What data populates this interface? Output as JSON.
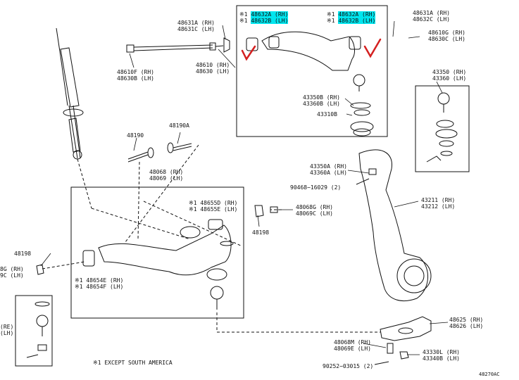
{
  "labels": {
    "upper_bushing_left_rh": "※1 48632A (RH)",
    "upper_bushing_left_lh": "※1 48632B (LH)",
    "upper_bushing_right_rh": "※1 48632A (RH)",
    "upper_bushing_right_lh": "※1 48632B (LH)",
    "cam_washer_rh": "48631A (RH)",
    "cam_washer_lh": "48631C (LH)",
    "cam_washer2_rh": "48631A (RH)",
    "cam_washer2_lh": "48632C (LH)",
    "upper_arm_rh": "48610 (RH)",
    "upper_arm_lh": "48630 (LH)",
    "upper_nut_rh": "48610G (RH)",
    "upper_nut_lh": "48630C (LH)",
    "upper_bolt_rh": "48610F (RH)",
    "upper_bolt_lh": "48630B (LH)",
    "ball_joint_boot_rh": "43350B (RH)",
    "ball_joint_boot_lh": "43360B (LH)",
    "ring_43310B": "43310B",
    "upper_joint_rh": "43350 (RH)",
    "upper_joint_lh": "43360 (LH)",
    "bolt_48190": "48190",
    "bolt_48190A": "48190A",
    "lower_arm_rh": "48068 (RH)",
    "lower_arm_lh": "48069 (LH)",
    "bush_48655D": "※1 48655D (RH)",
    "bush_48655E": "※1 48655E (LH)",
    "nut_48068G": "48068G (RH)",
    "nut_48069C": "48069C (LH)",
    "part_48198_right": "48198",
    "part_48198_left": "48198",
    "left_cut_rh": "8G (RH)",
    "left_cut_lh": "9C (LH)",
    "bush_48654E": "※1 48654E (RH)",
    "bush_48654F": "※1 48654F (LH)",
    "lower_joint_rh": "43350A (RH)",
    "lower_joint_lh": "43360A (LH)",
    "pin_90468": "90468−16029 (2)",
    "knuckle_rh": "43211 (RH)",
    "knuckle_lh": "43212 (LH)",
    "stopper_rh": "48625 (RH)",
    "stopper_lh": "48626 (LH)",
    "bolt_48068M": "48068M (RH)",
    "bolt_48069E": "48069E (LH)",
    "nut_43330L": "43330L (RH)",
    "nut_43340B": "43340B (LH)",
    "pin_90252": "90252−03015 (2)",
    "far_left_rh": "(RE)",
    "far_left_lh": "(LH)"
  },
  "footer": {
    "note": "※1  EXCEPT SOUTH AMERICA",
    "diagram_id": "48270AC"
  },
  "colors": {
    "highlight": "#00e5ee",
    "checkmark": "#d42020",
    "line": "#111111"
  }
}
